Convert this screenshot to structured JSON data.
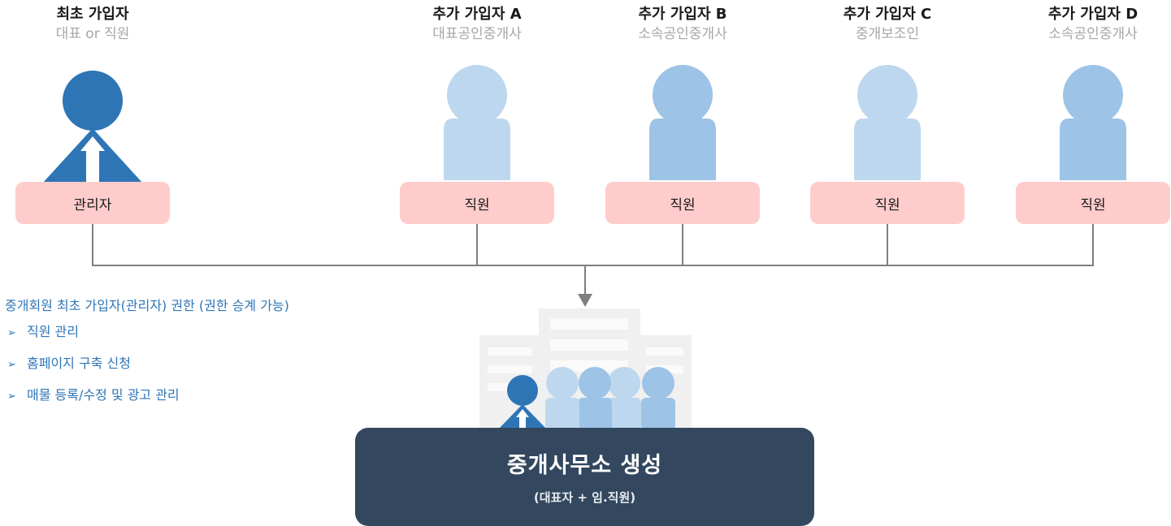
{
  "people": [
    {
      "id": "founder",
      "title": "최초 가입자",
      "subtitle": "대표 or 직원",
      "role": "관리자"
    },
    {
      "id": "a",
      "title": "추가 가입자 A",
      "subtitle": "대표공인중개사",
      "role": "직원"
    },
    {
      "id": "b",
      "title": "추가 가입자 B",
      "subtitle": "소속공인중개사",
      "role": "직원"
    },
    {
      "id": "c",
      "title": "추가 가입자 C",
      "subtitle": "중개보조인",
      "role": "직원"
    },
    {
      "id": "d",
      "title": "추가 가입자 D",
      "subtitle": "소속공인중개사",
      "role": "직원"
    }
  ],
  "info": {
    "title": "중개회원 최초 가입자(관리자) 권한 (권한 승계 가능)",
    "bullet_symbol": "➢",
    "items": [
      "직원 관리",
      "홈페이지 구축 신청",
      "매물 등록/수정 및 광고 관리"
    ]
  },
  "office": {
    "title": "중개사무소 생성",
    "subtitle": "(대표자 + 임.직원)"
  },
  "colors": {
    "admin": "#2e75b6",
    "staff_light": "#bdd7ee",
    "staff_mid": "#9dc3e6",
    "role_box": "#ffcccc",
    "office_box": "#33475f",
    "connector": "#7f7f7f",
    "info_text": "#2e75b6"
  }
}
